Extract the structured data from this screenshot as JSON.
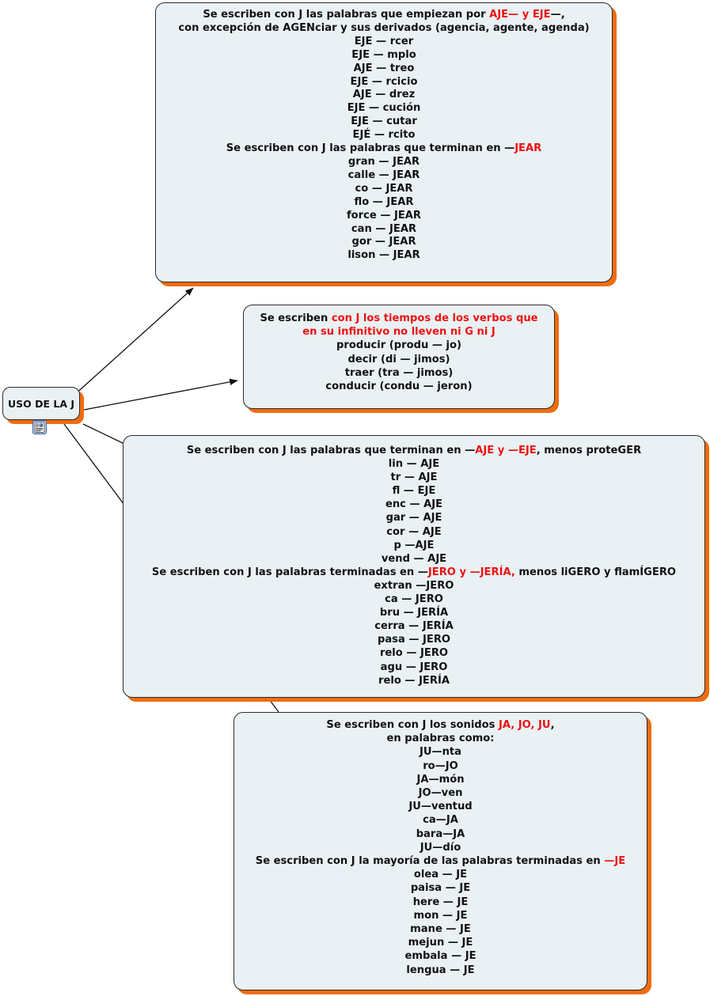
{
  "diagram": {
    "title": "USO DE LA J",
    "root": {
      "label": "USO DE LA J",
      "icon": "note-icon"
    },
    "colors": {
      "node_fill": "#eaf1f4",
      "node_border": "#2b2b2b",
      "shadow": "#ef6c11",
      "text": "#111111",
      "accent": "#ee1111"
    },
    "branches": [
      {
        "id": "box1",
        "lines": [
          [
            {
              "t": "Se escriben con J las palabras que empiezan por ",
              "c": "black"
            },
            {
              "t": "AJE— y EJE",
              "c": "red"
            },
            {
              "t": "—,",
              "c": "black"
            }
          ],
          [
            {
              "t": "con excepción de AGENciar y sus derivados (agencia, agente, agenda)",
              "c": "black"
            }
          ],
          [
            {
              "t": "EJE — rcer",
              "c": "black"
            }
          ],
          [
            {
              "t": "EJE — mplo",
              "c": "black"
            }
          ],
          [
            {
              "t": "AJE — treo",
              "c": "black"
            }
          ],
          [
            {
              "t": "EJE — rcicio",
              "c": "black"
            }
          ],
          [
            {
              "t": "AJE — drez",
              "c": "black"
            }
          ],
          [
            {
              "t": "EJE — cución",
              "c": "black"
            }
          ],
          [
            {
              "t": "EJE — cutar",
              "c": "black"
            }
          ],
          [
            {
              "t": "EJÉ — rcito",
              "c": "black"
            }
          ],
          [
            {
              "t": "Se escriben con J las palabras que terminan en —",
              "c": "black"
            },
            {
              "t": "JEAR",
              "c": "red"
            }
          ],
          [
            {
              "t": "gran — JEAR",
              "c": "black"
            }
          ],
          [
            {
              "t": "calle — JEAR",
              "c": "black"
            }
          ],
          [
            {
              "t": "co — JEAR",
              "c": "black"
            }
          ],
          [
            {
              "t": "flo — JEAR",
              "c": "black"
            }
          ],
          [
            {
              "t": "force — JEAR",
              "c": "black"
            }
          ],
          [
            {
              "t": "can — JEAR",
              "c": "black"
            }
          ],
          [
            {
              "t": "gor — JEAR",
              "c": "black"
            }
          ],
          [
            {
              "t": "lison — JEAR",
              "c": "black"
            }
          ]
        ]
      },
      {
        "id": "box2",
        "lines": [
          [
            {
              "t": "Se escriben ",
              "c": "black"
            },
            {
              "t": "con J los tiempos de los verbos que",
              "c": "red"
            }
          ],
          [
            {
              "t": "en su infinitivo no lleven ni G ni J",
              "c": "red"
            }
          ],
          [
            {
              "t": "producir (produ — jo)",
              "c": "black"
            }
          ],
          [
            {
              "t": "decir (di — jimos)",
              "c": "black"
            }
          ],
          [
            {
              "t": "traer (tra — jimos)",
              "c": "black"
            }
          ],
          [
            {
              "t": "conducir (condu — jeron)",
              "c": "black"
            }
          ]
        ]
      },
      {
        "id": "box3",
        "lines": [
          [
            {
              "t": "Se escriben con J las palabras que terminan en —",
              "c": "black"
            },
            {
              "t": "AJE y —EJE",
              "c": "red"
            },
            {
              "t": ", menos proteGER",
              "c": "black"
            }
          ],
          [
            {
              "t": "lin — AJE",
              "c": "black"
            }
          ],
          [
            {
              "t": "tr — AJE",
              "c": "black"
            }
          ],
          [
            {
              "t": "fl — EJE",
              "c": "black"
            }
          ],
          [
            {
              "t": "enc — AJE",
              "c": "black"
            }
          ],
          [
            {
              "t": "gar — AJE",
              "c": "black"
            }
          ],
          [
            {
              "t": "cor — AJE",
              "c": "black"
            }
          ],
          [
            {
              "t": "p —AJE",
              "c": "black"
            }
          ],
          [
            {
              "t": "vend — AJE",
              "c": "black"
            }
          ],
          [
            {
              "t": "Se escriben con J las palabras terminadas en —",
              "c": "black"
            },
            {
              "t": "JERO y —JERÍA,",
              "c": "red"
            },
            {
              "t": " menos liGERO y flamÍGERO",
              "c": "black"
            }
          ],
          [
            {
              "t": "extran —JERO",
              "c": "black"
            }
          ],
          [
            {
              "t": "ca — JERO",
              "c": "black"
            }
          ],
          [
            {
              "t": "bru — JERÍA",
              "c": "black"
            }
          ],
          [
            {
              "t": "cerra — JERÍA",
              "c": "black"
            }
          ],
          [
            {
              "t": "pasa — JERO",
              "c": "black"
            }
          ],
          [
            {
              "t": "relo — JERO",
              "c": "black"
            }
          ],
          [
            {
              "t": "agu — JERO",
              "c": "black"
            }
          ],
          [
            {
              "t": "relo — JERÍA",
              "c": "black"
            }
          ]
        ]
      },
      {
        "id": "box4",
        "lines": [
          [
            {
              "t": "Se escriben con J los sonidos ",
              "c": "black"
            },
            {
              "t": "JA, JO, JU",
              "c": "red"
            },
            {
              "t": ",",
              "c": "black"
            }
          ],
          [
            {
              "t": "en palabras como:",
              "c": "black"
            }
          ],
          [
            {
              "t": "JU—nta",
              "c": "black"
            }
          ],
          [
            {
              "t": "ro—JO",
              "c": "black"
            }
          ],
          [
            {
              "t": "JA—món",
              "c": "black"
            }
          ],
          [
            {
              "t": "JO—ven",
              "c": "black"
            }
          ],
          [
            {
              "t": "JU—ventud",
              "c": "black"
            }
          ],
          [
            {
              "t": "ca—JA",
              "c": "black"
            }
          ],
          [
            {
              "t": "bara—JA",
              "c": "black"
            }
          ],
          [
            {
              "t": "JU—dío",
              "c": "black"
            }
          ],
          [
            {
              "t": "Se escriben con J la mayoría de las palabras terminadas en ",
              "c": "black"
            },
            {
              "t": "—JE",
              "c": "red"
            }
          ],
          [
            {
              "t": "olea — JE",
              "c": "black"
            }
          ],
          [
            {
              "t": "paisa — JE",
              "c": "black"
            }
          ],
          [
            {
              "t": "here — JE",
              "c": "black"
            }
          ],
          [
            {
              "t": "mon — JE",
              "c": "black"
            }
          ],
          [
            {
              "t": "mane — JE",
              "c": "black"
            }
          ],
          [
            {
              "t": "mejun — JE",
              "c": "black"
            }
          ],
          [
            {
              "t": "embala — JE",
              "c": "black"
            }
          ],
          [
            {
              "t": "lengua — JE",
              "c": "black"
            }
          ]
        ]
      }
    ]
  }
}
